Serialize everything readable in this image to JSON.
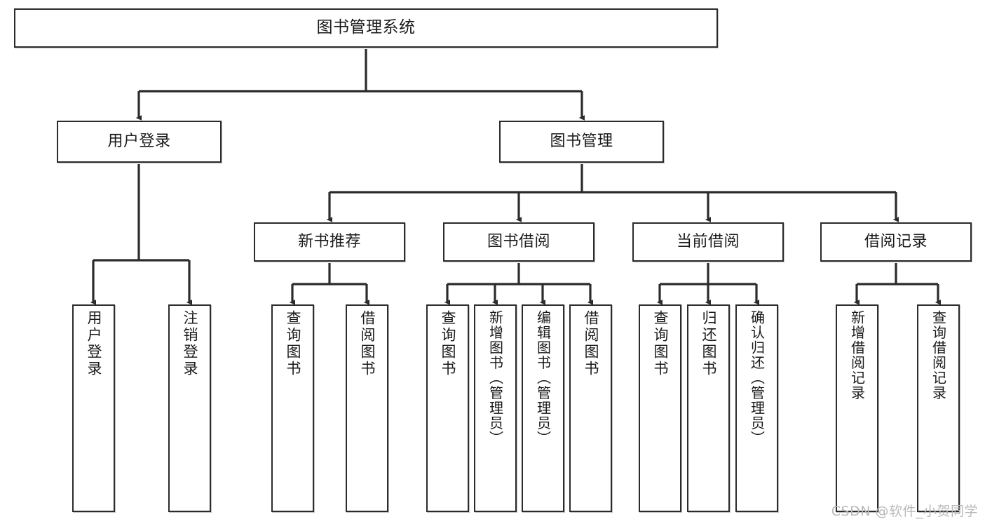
{
  "diagram": {
    "title": "图书管理系统",
    "type": "function-structure-tree",
    "watermark": "CSDN @软件_小贺同学",
    "colors": {
      "stroke": "#2b2b2b",
      "fill": "#ffffff",
      "text": "#1a1a1a",
      "watermark": "#b9b9b9"
    },
    "levels": {
      "level1": [
        {
          "id": "root",
          "label": "图书管理系统"
        }
      ],
      "level2": [
        {
          "id": "user-login",
          "label": "用户登录"
        },
        {
          "id": "book-manage",
          "label": "图书管理"
        }
      ],
      "level3": [
        {
          "id": "new-book-recommend",
          "label": "新书推荐",
          "parent": "book-manage"
        },
        {
          "id": "book-borrow",
          "label": "图书借阅",
          "parent": "book-manage"
        },
        {
          "id": "current-borrow",
          "label": "当前借阅",
          "parent": "book-manage"
        },
        {
          "id": "borrow-record",
          "label": "借阅记录",
          "parent": "book-manage"
        }
      ],
      "level4": [
        {
          "id": "leaf-user-login",
          "label": "用户登录",
          "parent": "user-login"
        },
        {
          "id": "leaf-user-logout",
          "label": "注销登录",
          "parent": "user-login"
        },
        {
          "id": "leaf-query-book-1",
          "label": "查询图书",
          "parent": "new-book-recommend"
        },
        {
          "id": "leaf-borrow-book-1",
          "label": "借阅图书",
          "parent": "new-book-recommend"
        },
        {
          "id": "leaf-query-book-2",
          "label": "查询图书",
          "parent": "book-borrow"
        },
        {
          "id": "leaf-add-book",
          "label": "新增图书（管理员）",
          "parent": "book-borrow"
        },
        {
          "id": "leaf-edit-book",
          "label": "编辑图书（管理员）",
          "parent": "book-borrow"
        },
        {
          "id": "leaf-borrow-book-2",
          "label": "借阅图书",
          "parent": "book-borrow"
        },
        {
          "id": "leaf-query-book-3",
          "label": "查询图书",
          "parent": "current-borrow"
        },
        {
          "id": "leaf-return-book",
          "label": "归还图书",
          "parent": "current-borrow"
        },
        {
          "id": "leaf-confirm-return",
          "label": "确认归还（管理员）",
          "parent": "current-borrow"
        },
        {
          "id": "leaf-add-record",
          "label": "新增借阅记录",
          "parent": "borrow-record"
        },
        {
          "id": "leaf-query-record",
          "label": "查询借阅记录",
          "parent": "borrow-record"
        }
      ]
    }
  }
}
